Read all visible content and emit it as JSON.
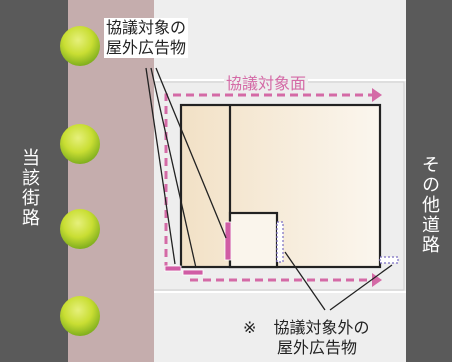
{
  "labels": {
    "main_street": "当該街路",
    "other_road": "その他道路",
    "target_ads_line1": "協議対象の",
    "target_ads_line2": "屋外広告物",
    "target_face": "協議対象面",
    "excluded_ads_mark": "※",
    "excluded_ads_line1": "協議対象外の",
    "excluded_ads_line2": "屋外広告物"
  },
  "colors": {
    "road": "#5a5a5a",
    "sidewalk": "#c5adad",
    "lot_background": "#eeeeee",
    "building_fill": "#f4ead8",
    "outline": "#222222",
    "pink_dashed": "#d46aa6",
    "pink_sign": "#d05ca4",
    "lavender_sign": "#7b6ec2",
    "tree_outer": "#d3e33a",
    "tree_inner": "#89b81e"
  },
  "icons": {
    "tree": "tree-icon",
    "ad_sign": "ad-sign-icon"
  }
}
